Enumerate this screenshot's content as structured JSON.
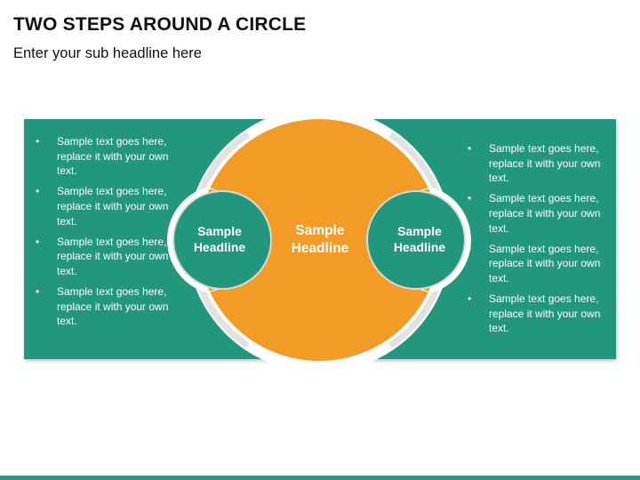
{
  "header": {
    "title": "TWO STEPS AROUND A CIRCLE",
    "subtitle": "Enter your sub headline here"
  },
  "diagram": {
    "colors": {
      "teal": "#23977D",
      "orange": "#F29B26",
      "ring": "#E2E2E2"
    },
    "left_panel": {
      "bullets": [
        "Sample text goes here, replace it with your own text.",
        "Sample text goes here, replace it with your own text.",
        "Sample text goes here, replace it with your own text.",
        "Sample text goes here, replace it with your own text."
      ]
    },
    "right_panel": {
      "bullets": [
        "Sample text goes here, replace it with your own text.",
        "Sample text goes here, replace it with your own text.",
        "Sample text goes here, replace it with your own text.",
        "Sample text goes here, replace it with your own text."
      ]
    },
    "left_circle": {
      "line1": "Sample",
      "line2": "Headline"
    },
    "center_circle": {
      "line1": "Sample",
      "line2": "Headline"
    },
    "right_circle": {
      "line1": "Sample",
      "line2": "Headline"
    }
  }
}
